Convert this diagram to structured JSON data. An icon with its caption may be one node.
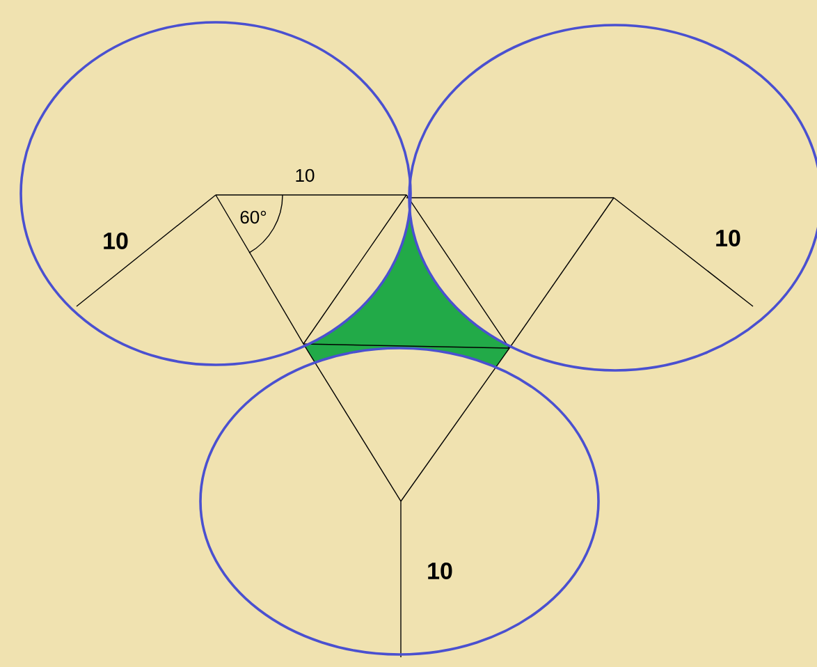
{
  "diagram": {
    "labels": [
      "10",
      "10",
      "60°",
      "10",
      "10"
    ]
  }
}
